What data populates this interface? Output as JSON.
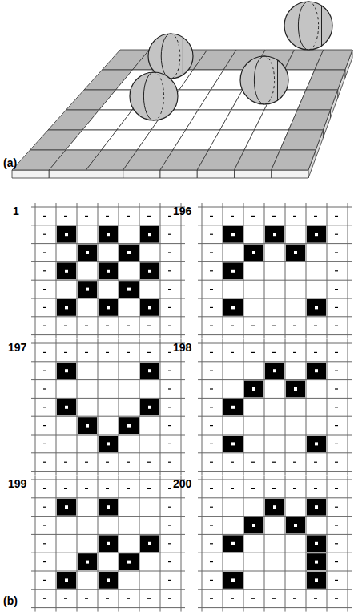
{
  "diagram": {
    "labels": [
      "(a)",
      "(b)",
      "1",
      "196",
      "197",
      "198",
      "199",
      "200"
    ]
  }
}
